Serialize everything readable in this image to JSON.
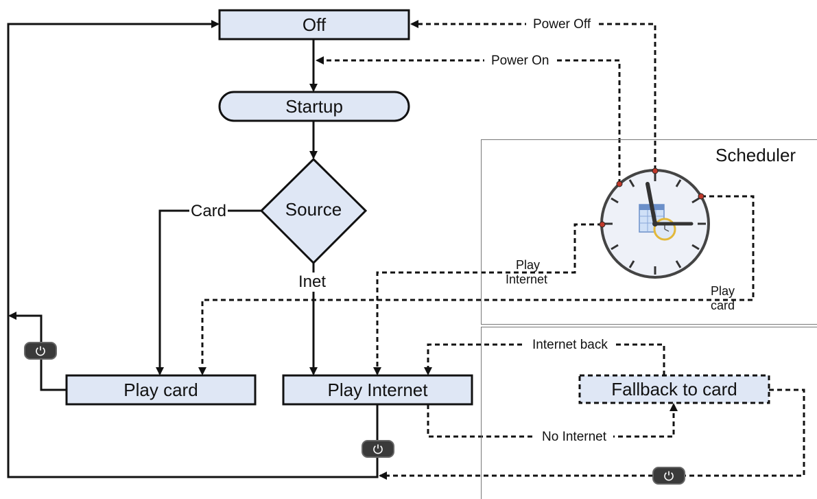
{
  "nodes": {
    "off": "Off",
    "startup": "Startup",
    "source": "Source",
    "play_card": "Play card",
    "play_internet": "Play Internet",
    "fallback": "Fallback to card"
  },
  "edge_labels": {
    "card": "Card",
    "inet": "Inet",
    "power_off": "Power Off",
    "power_on": "Power On",
    "play_internet_line1": "Play",
    "play_internet_line2": "Internet",
    "play_card_line1": "Play",
    "play_card_line2": "card",
    "internet_back": "Internet back",
    "no_internet": "No Internet"
  },
  "regions": {
    "scheduler": "Scheduler"
  },
  "icons": {
    "power": "power-icon",
    "clock": "clock-icon",
    "calendar": "calendar-icon"
  },
  "colors": {
    "node_fill": "#dfe7f5",
    "line": "#111111",
    "clock_face": "#eef1f8",
    "clock_rim": "#444444",
    "clock_marker": "#c0392b",
    "power_button": "#3a3a3a"
  }
}
